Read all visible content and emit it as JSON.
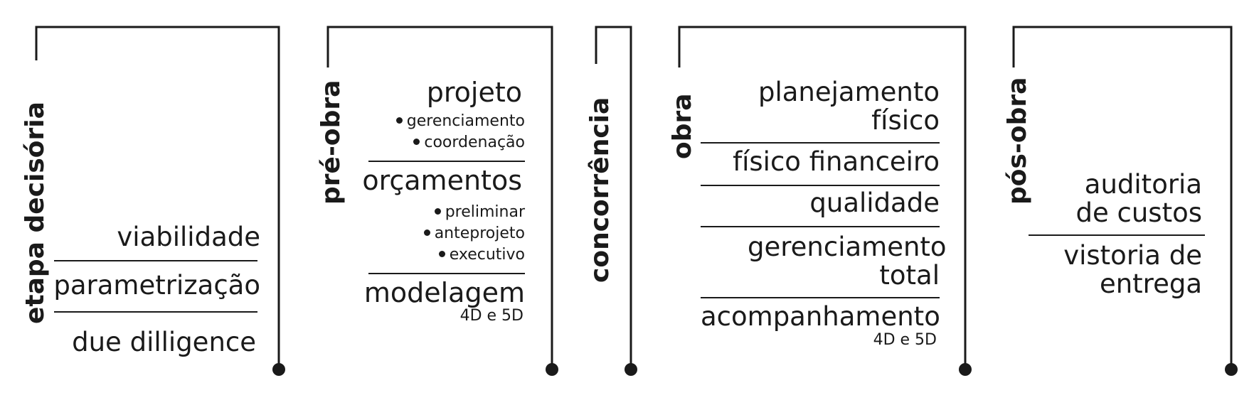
{
  "phases": {
    "decisoria": {
      "label": "etapa decisória",
      "items": [
        "viabilidade",
        "parametrização",
        "due dilligence"
      ]
    },
    "preobra": {
      "label": "pré-obra",
      "projeto": "projeto",
      "projeto_subs": [
        "gerenciamento",
        "coordenação"
      ],
      "orcamentos": "orçamentos",
      "orcamentos_subs": [
        "preliminar",
        "anteprojeto",
        "executivo"
      ],
      "modelagem": "modelagem",
      "modelagem_note": "4D e 5D"
    },
    "concorrencia": {
      "label": "concorrência"
    },
    "obra": {
      "label": "obra",
      "items": [
        "planejamento físico",
        "físico financeiro",
        "qualidade",
        "gerenciamento total",
        "acompanhamento"
      ],
      "acompanhamento_note": "4D e 5D"
    },
    "posobra": {
      "label": "pós-obra",
      "items": [
        "auditoria de custos",
        "vistoria de entrega"
      ]
    }
  }
}
